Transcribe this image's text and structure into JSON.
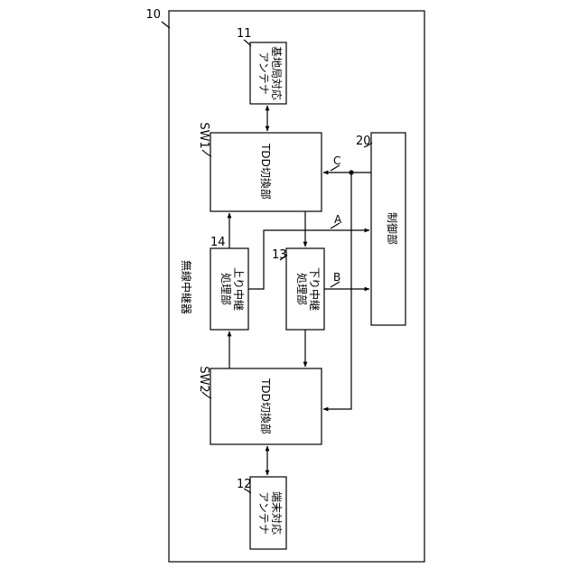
{
  "device": {
    "ref": "10",
    "label": "無線中継器"
  },
  "antenna_base": {
    "ref": "11",
    "line1": "基地局対応",
    "line2": "アンテナ"
  },
  "antenna_terminal": {
    "ref": "12",
    "line1": "端末対応",
    "line2": "アンテナ"
  },
  "switch_upper": {
    "ref": "SW1",
    "label": "TDD切換部"
  },
  "switch_lower": {
    "ref": "SW2",
    "label": "TDD切換部"
  },
  "uplink_relay": {
    "ref": "14",
    "line1": "上り中継",
    "line2": "処理部"
  },
  "downlink_relay": {
    "ref": "13",
    "line1": "下り中継",
    "line2": "処理部"
  },
  "controller": {
    "ref": "20",
    "label": "制御部"
  },
  "signals": {
    "a": "A",
    "b": "B",
    "c": "C"
  }
}
